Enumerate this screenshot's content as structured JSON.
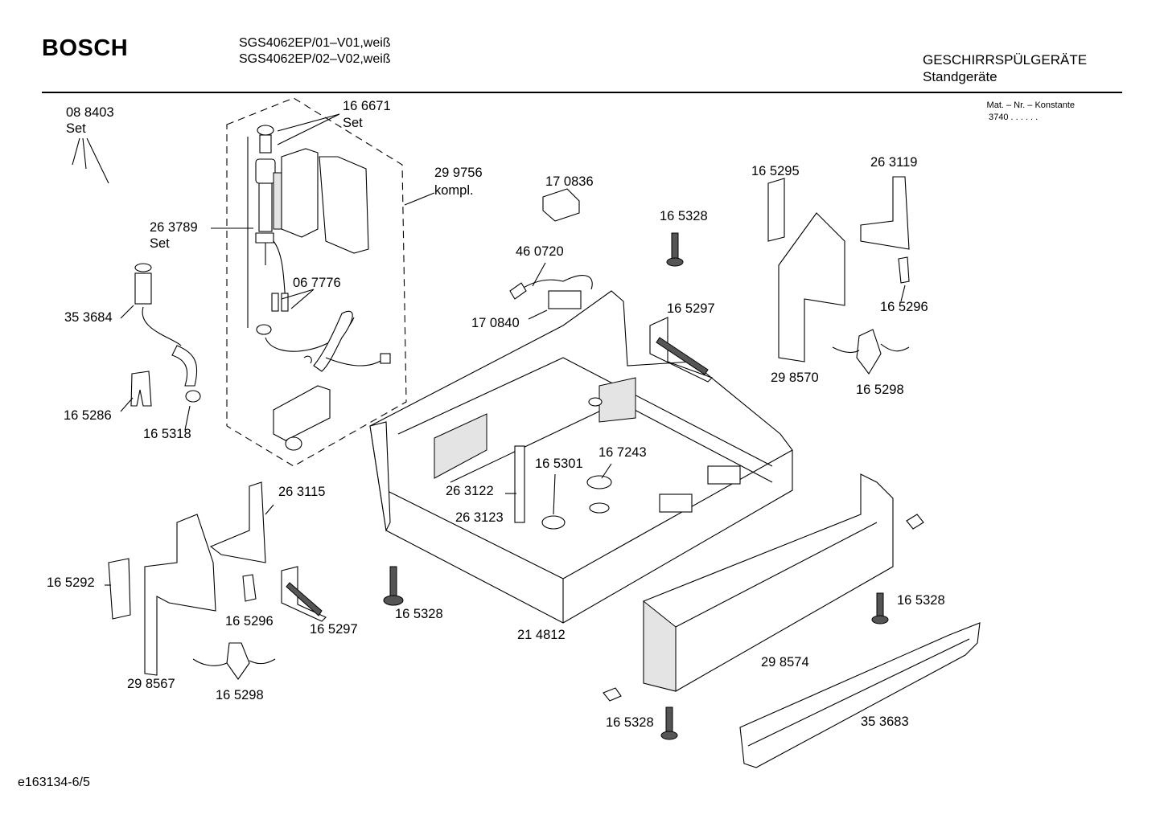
{
  "header": {
    "brand": "BOSCH",
    "model_line_1": "SGS4062EP/01–V01,weiß",
    "model_line_2": "SGS4062EP/02–V02,weiß",
    "category": "GESCHIRRSPÜLGERÄTE",
    "subcategory": "Standgeräte",
    "mat_label": "Mat. – Nr. – Konstante",
    "mat_value": "3740 . . . . . ."
  },
  "labels": {
    "p088403": "08 8403",
    "p088403_note": "Set",
    "p166671": "16 6671",
    "p166671_note": "Set",
    "p299756": "29 9756",
    "p299756_note": "kompl.",
    "p263789": "26 3789",
    "p263789_note": "Set",
    "p067776": "06 7776",
    "p353684": "35 3684",
    "p165286": "16 5286",
    "p165318": "16 5318",
    "p170836": "17 0836",
    "p460720": "46 0720",
    "p170840": "17 0840",
    "p165328_top": "16 5328",
    "p165297_top": "16 5297",
    "p165295": "16 5295",
    "p263119": "26 3119",
    "p165296_top": "16 5296",
    "p298570": "29 8570",
    "p165298_top": "16 5298",
    "p263115": "26 3115",
    "p165292": "16 5292",
    "p165296_bot": "16 5296",
    "p165297_bot": "16 5297",
    "p298567": "29 8567",
    "p165298_bot": "16 5298",
    "p165328_mid": "16 5328",
    "p263122": "26 3122",
    "p263123": "26 3123",
    "p165301": "16 5301",
    "p167243": "16 7243",
    "p214812": "21 4812",
    "p165328_right": "16 5328",
    "p298574": "29 8574",
    "p165328_bot": "16 5328",
    "p353683": "35 3683"
  },
  "footer": {
    "doc_id": "e163134-6/5"
  }
}
